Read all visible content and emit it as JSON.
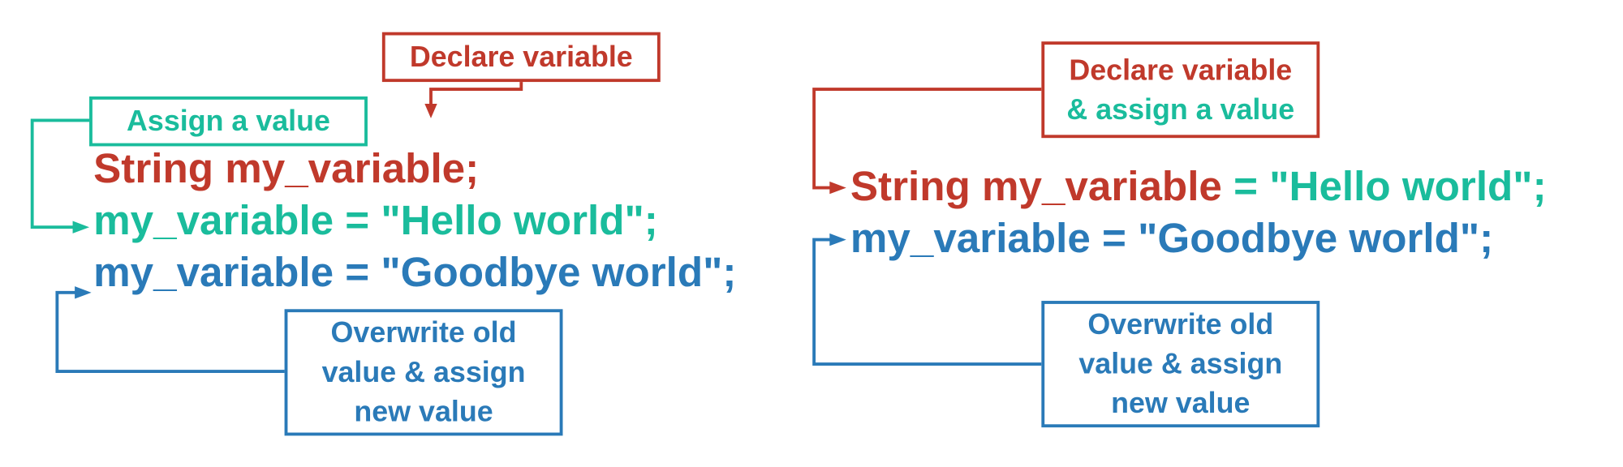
{
  "colors": {
    "declare": "#c0392b",
    "assign": "#1abc9c",
    "overwrite": "#2a7ab8"
  },
  "left": {
    "declare_box": {
      "line1": "Declare variable"
    },
    "assign_box": {
      "line1": "Assign a value"
    },
    "overwrite_box": {
      "line1": "Overwrite old",
      "line2": "value & assign",
      "line3": "new value"
    },
    "code": {
      "line1": "String my_variable;",
      "line2": "my_variable = \"Hello world\";",
      "line3": "my_variable = \"Goodbye world\";"
    }
  },
  "right": {
    "declare_assign_box": {
      "line1": "Declare variable",
      "line2": "& assign a value"
    },
    "overwrite_box": {
      "line1": "Overwrite old",
      "line2": "value & assign",
      "line3": "new value"
    },
    "code": {
      "line1_declare": "String my_variable",
      "line1_assign": " = \"Hello world\";",
      "line2": "my_variable = \"Goodbye world\";"
    }
  }
}
